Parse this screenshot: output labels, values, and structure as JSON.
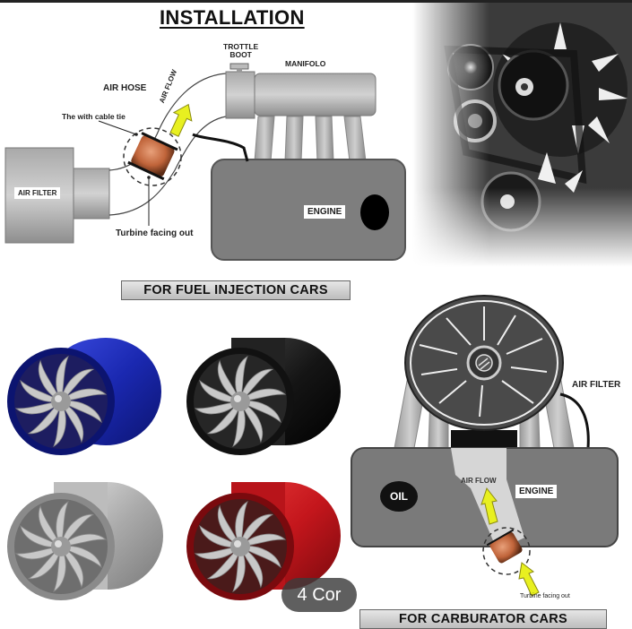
{
  "header": {
    "title": "INSTALLATION"
  },
  "fuel_injection_diagram": {
    "labels": {
      "trottle_boot": [
        "TROTTLE",
        "BOOT"
      ],
      "manifold": "MANIFOLO",
      "air_hose": "AIR HOSE",
      "air_flow": "AIR FLOW",
      "cable_tie": "The with cable tie",
      "air_filter": "AIR FILTER",
      "turbine": "Turbine facing out",
      "engine": "ENGINE"
    },
    "banner": "FOR FUEL INJECTION CARS"
  },
  "carburator_diagram": {
    "labels": {
      "air_filter": "AIR FILTER",
      "air_flow": "AIR FLOW",
      "engine": "ENGINE",
      "oil": "OIL",
      "turbine": "Turbine facing out"
    },
    "banner": "FOR CARBURATOR CARS"
  },
  "products": {
    "variants": [
      {
        "name": "blue",
        "color": "#1f2fb8"
      },
      {
        "name": "black",
        "color": "#1a1a1a"
      },
      {
        "name": "silver",
        "color": "#b9b9b9"
      },
      {
        "name": "red",
        "color": "#c4161c"
      }
    ]
  },
  "badge": {
    "label": "4 Cor"
  },
  "colors": {
    "diagram_gray": "#8a8a8a",
    "engine_gray": "#777777",
    "arrow_yellow": "#e8f020",
    "turbine_copper": "#c0643a"
  }
}
